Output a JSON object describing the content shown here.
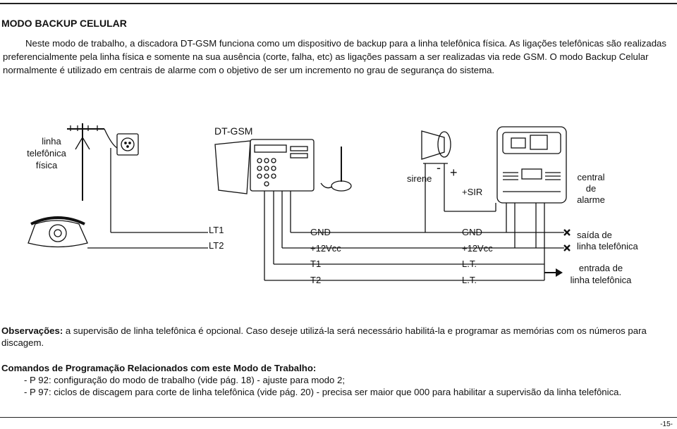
{
  "heading": "MODO BACKUP CELULAR",
  "intro": "Neste modo de trabalho, a discadora DT-GSM funciona como um dispositivo de backup para a linha telefônica física. As ligações telefônicas são realizadas preferencialmente pela linha física e somente na sua ausência (corte, falha, etc) as ligações passam a ser realizadas via rede GSM. O modo Backup Celular normalmente é utilizado em centrais de alarme com o objetivo de ser um incremento no grau de segurança do sistema.",
  "diagram": {
    "linha_fisica": [
      "linha",
      "telefônica",
      "física"
    ],
    "dtgsm": "DT-GSM",
    "sirene": "sirene",
    "minus": "-",
    "plus": "+",
    "sir": "+SIR",
    "central": [
      "central",
      "de",
      "alarme"
    ],
    "lt1": "LT1",
    "lt2": "LT2",
    "gnd1": "GND",
    "v12_1": "+12Vcc",
    "t1": "T1",
    "t2": "T2",
    "gnd2": "GND",
    "v12_2": "+12Vcc",
    "lt_a": "L.T.",
    "lt_b": "L.T.",
    "saida": [
      "saída de",
      "linha telefônica"
    ],
    "entrada": [
      "entrada de",
      "linha telefônica"
    ]
  },
  "obs_label": "Observações:",
  "obs_text": " a supervisão de linha telefônica é opcional. Caso deseje utilizá-la será necessário habilitá-la e programar as memórias com os números para discagem.",
  "commands_title": "Comandos de Programação Relacionados com este Modo de Trabalho:",
  "commands": [
    "- P 92: configuração do modo de trabalho (vide pág. 18) - ajuste para modo 2;",
    "- P 97: ciclos de discagem para corte de linha telefônica (vide pág. 20) - precisa ser maior que 000 para habilitar a supervisão da linha telefônica."
  ],
  "page_number": "-15-"
}
